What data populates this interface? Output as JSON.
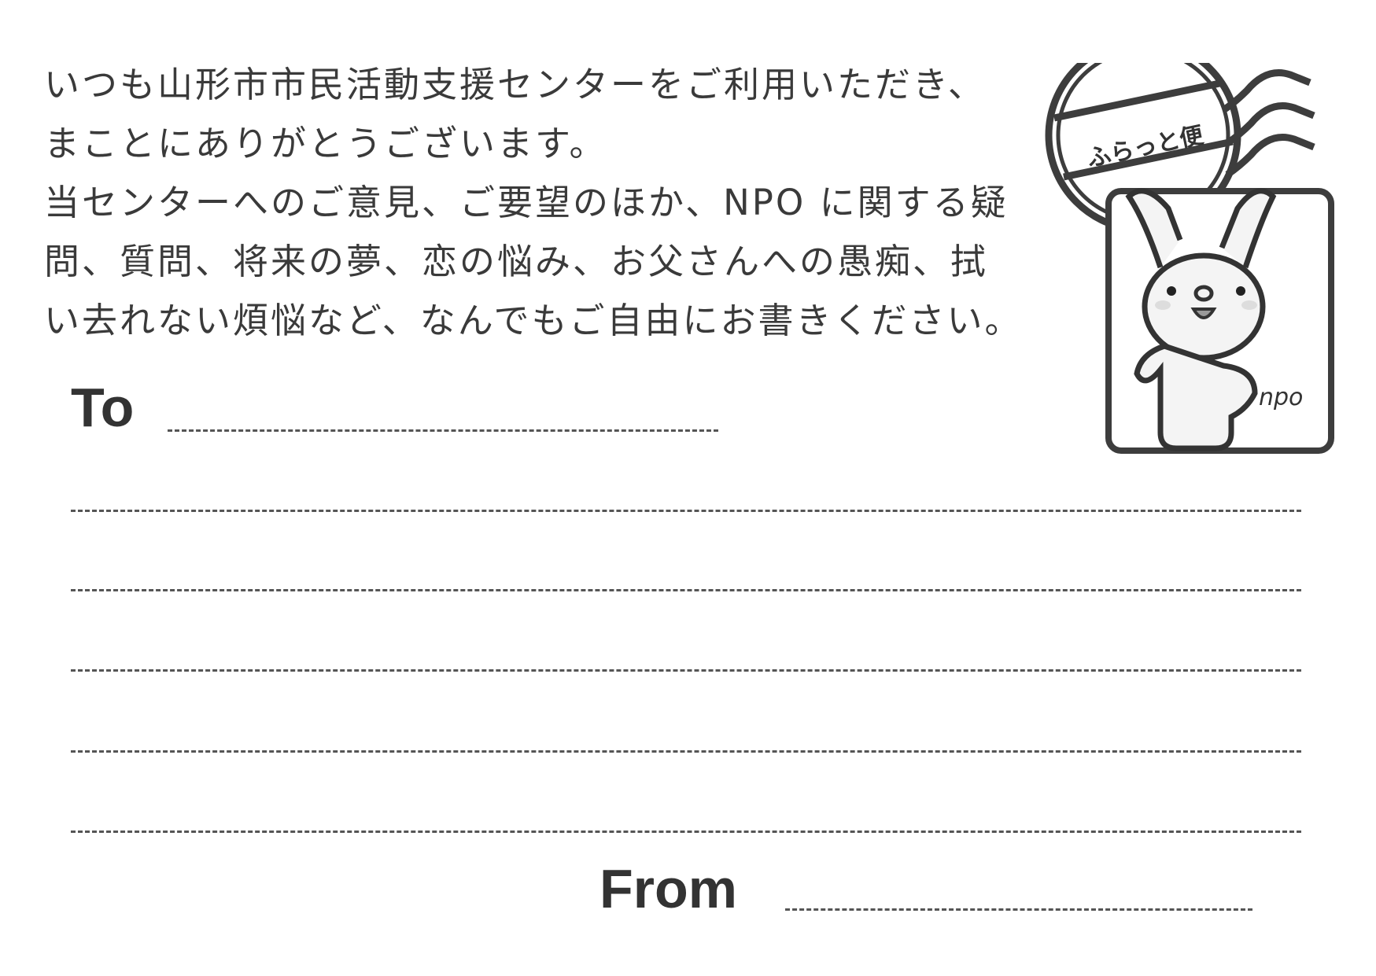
{
  "intro_lines": [
    "いつも山形市市民活動支援センターをご利用いただき、",
    "まことにありがとうございます。",
    "当センターへのご意見、ご要望のほか、NPO に関する疑",
    "問、質問、将来の夢、恋の悩み、お父さんへの愚痴、拭",
    "い去れない煩悩など、なんでもご自由にお書きください。"
  ],
  "to_label": "To",
  "from_label": "From",
  "stamp": {
    "postmark_text": "ふらっと便",
    "mascot_signature": "npo"
  }
}
